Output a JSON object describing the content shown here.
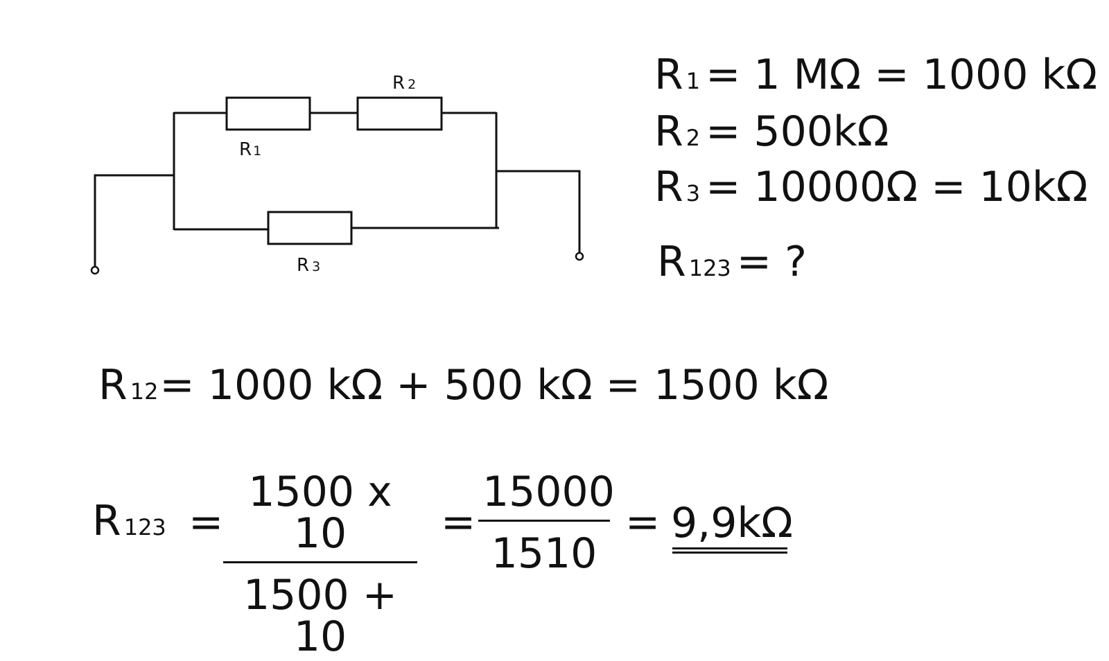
{
  "circuit": {
    "labels": {
      "r1": "R",
      "r1_sub": "1",
      "r2": "R",
      "r2_sub": "2",
      "r3": "R",
      "r3_sub": "3"
    }
  },
  "given": [
    {
      "symbol": "R",
      "sub": "1",
      "expr": "= 1 MΩ = 1000 kΩ"
    },
    {
      "symbol": "R",
      "sub": "2",
      "expr": "= 500kΩ"
    },
    {
      "symbol": "R",
      "sub": "3",
      "expr": "= 10000Ω = 10kΩ"
    }
  ],
  "question": {
    "symbol": "R",
    "sub": "123",
    "expr": "= ?"
  },
  "series_step": {
    "symbol": "R",
    "sub": "12",
    "expr": "= 1000 kΩ + 500 kΩ = 1500 kΩ"
  },
  "parallel_step": {
    "symbol": "R",
    "sub": "123",
    "eq1": "=",
    "frac1_num": "1500 x 10",
    "frac1_den": "1500 + 10",
    "eq2": "=",
    "frac2_num": "15000",
    "frac2_den": "1510",
    "eq3": "=",
    "result": "9,9kΩ"
  }
}
